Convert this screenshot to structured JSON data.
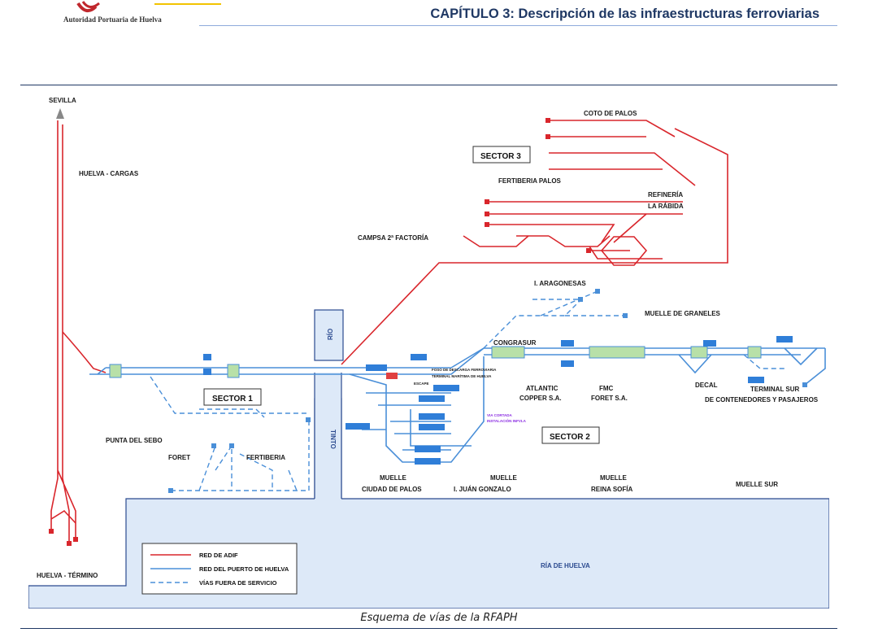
{
  "header": {
    "organization": "Autoridad Portuaria de Huelva",
    "chapter_title": "CAPÍTULO 3: Descripción de las infraestructuras ferroviarias"
  },
  "diagram": {
    "places": {
      "sevilla": "SEVILLA",
      "huelva_cargas": "HUELVA - CARGAS",
      "huelva_termino": "HUELVA - TÉRMINO",
      "coto_de_palos": "COTO DE PALOS",
      "fertiberia_palos": "FERTIBERIA PALOS",
      "refineria_1": "REFINERÍA",
      "refineria_2": "LA RÁBIDA",
      "campsa": "CAMPSA 2ª FACTORÍA",
      "aragonesas": "I. ARAGONESAS",
      "graneles": "MUELLE DE GRANELES",
      "congrasur": "CONGRASUR",
      "atlantic_1": "ATLANTIC",
      "atlantic_2": "COPPER S.A.",
      "fmc_1": "FMC",
      "fmc_2": "FORET S.A.",
      "decal": "DECAL",
      "terminal_sur_1": "TERMINAL SUR",
      "terminal_sur_2": "DE CONTENEDORES Y PASAJEROS",
      "punta_sebo": "PUNTA DEL SEBO",
      "foret": "FORET",
      "fertiberia": "FERTIBERIA",
      "muelle_cp_1": "MUELLE",
      "muelle_cp_2": "CIUDAD DE PALOS",
      "muelle_jg_1": "MUELLE",
      "muelle_jg_2": "I. JUÁN GONZALO",
      "muelle_rs_1": "MUELLE",
      "muelle_rs_2": "REINA SOFÍA",
      "muelle_sur": "MUELLE SUR",
      "foso_1": "FOSO DE DESCARGA FERROVIARIA",
      "foso_2": "TERMINAL MARÍTIMA DE HUELVA",
      "via_cortada_1": "VIA CORTADA",
      "via_cortada_2": "INSTALACIÓN INFVLA",
      "escape": "ESCAPE"
    },
    "sectors": {
      "s1": "SECTOR 1",
      "s2": "SECTOR 2",
      "s3": "SECTOR 3"
    },
    "water": {
      "rio": "RÍO",
      "tinto": "TINTO",
      "ria": "RÍA DE HUELVA"
    },
    "legend": {
      "adif": "RED DE ADIF",
      "puerto": "RED DEL PUERTO DE HUELVA",
      "fuera": "VÍAS FUERA DE SERVICIO"
    },
    "colors": {
      "adif": "#d9262c",
      "puerto": "#4a8fd8",
      "fuera": "#4a8fd8",
      "water": "#dde9f8",
      "shore": "#2b4a8f"
    }
  },
  "caption": "Esquema de vías de la RFAPH"
}
